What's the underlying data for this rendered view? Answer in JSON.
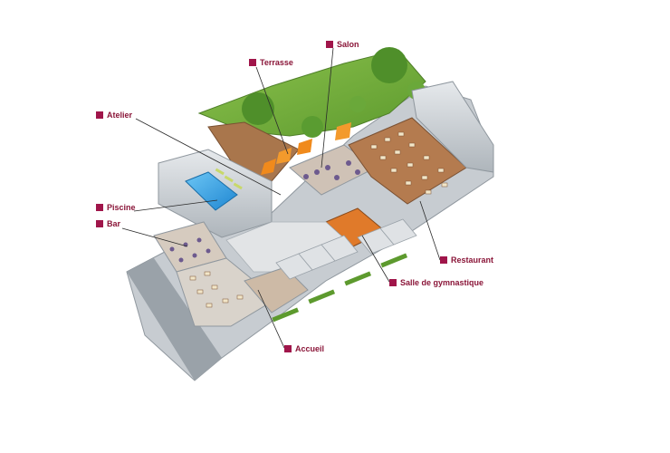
{
  "colors": {
    "label_text": "#8a1538",
    "label_marker": "#a0154a",
    "leader_line": "#2b2b2b",
    "pool_water": "#3aa3e3",
    "lawn": "#6fae3a",
    "floor_wood": "#b47b4f",
    "umbrella": "#f08a1c",
    "walls": "#cfd4d8"
  },
  "labels": {
    "terrasse": "Terrasse",
    "salon": "Salon",
    "atelier": "Atelier",
    "piscine": "Piscine",
    "bar": "Bar",
    "restaurant": "Restaurant",
    "gym": "Salle de gymnastique",
    "accueil": "Accueil"
  }
}
